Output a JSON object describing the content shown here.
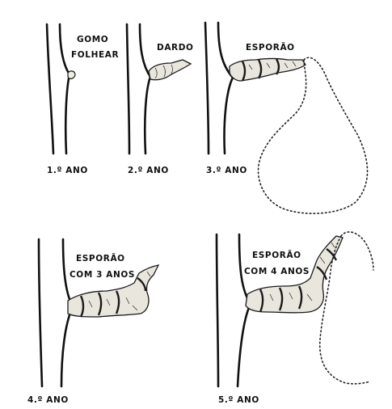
{
  "panels": [
    {
      "label": "1.º ANO",
      "caption_lines": [
        "GOMO",
        "FOLHEAR"
      ]
    },
    {
      "label": "2.º ANO",
      "caption_lines": [
        "DARDO"
      ]
    },
    {
      "label": "3.º ANO",
      "caption_lines": [
        "ESPORÃO"
      ]
    },
    {
      "label": "4.º ANO",
      "caption_lines": [
        "ESPORÃO",
        "COM 3 ANOS"
      ]
    },
    {
      "label": "5.º ANO",
      "caption_lines": [
        "ESPORÃO",
        "COM 4 ANOS"
      ]
    }
  ]
}
